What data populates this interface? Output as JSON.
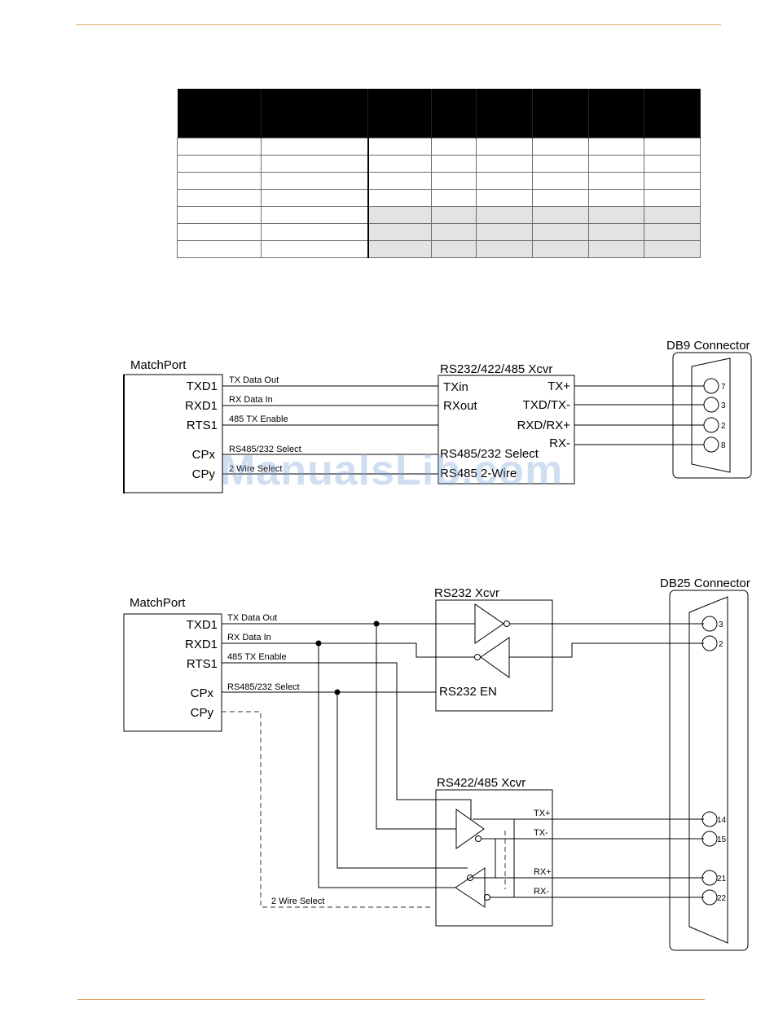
{
  "diagram1": {
    "matchport": {
      "title": "MatchPort",
      "pins": [
        "TXD1",
        "RXD1",
        "RTS1",
        "CPx",
        "CPy"
      ]
    },
    "signals": [
      "TX Data Out",
      "RX Data In",
      "485 TX Enable",
      "RS485/232 Select",
      "2 Wire Select"
    ],
    "xcvr": {
      "title": "RS232/422/485 Xcvr",
      "inputs": [
        "TXin",
        "RXout",
        "RS485/232 Select",
        "RS485 2-Wire"
      ],
      "outputs": [
        "TX+",
        "TXD/TX-",
        "RXD/RX+",
        "RX-"
      ]
    },
    "connector": {
      "title": "DB9 Connector",
      "pins": [
        "7",
        "3",
        "2",
        "8"
      ]
    }
  },
  "diagram2": {
    "matchport": {
      "title": "MatchPort",
      "pins": [
        "TXD1",
        "RXD1",
        "RTS1",
        "CPx",
        "CPy"
      ]
    },
    "signals": [
      "TX Data Out",
      "RX Data In",
      "485 TX Enable",
      "RS485/232 Select",
      "2 Wire Select"
    ],
    "rs232": {
      "title": "RS232 Xcvr",
      "enable": "RS232 EN"
    },
    "rs422": {
      "title": "RS422/485 Xcvr",
      "outputs": [
        "TX+",
        "TX-",
        "RX+",
        "RX-"
      ]
    },
    "connector": {
      "title": "DB25 Connector",
      "pins": [
        "3",
        "2",
        "14",
        "15",
        "21",
        "22"
      ]
    }
  },
  "watermark": "ManualsLib.com",
  "colors": {
    "rule": "#e2a25a",
    "table_header": "#000000",
    "table_shade": "#e3e3e3",
    "watermark": "#78a0d7"
  }
}
